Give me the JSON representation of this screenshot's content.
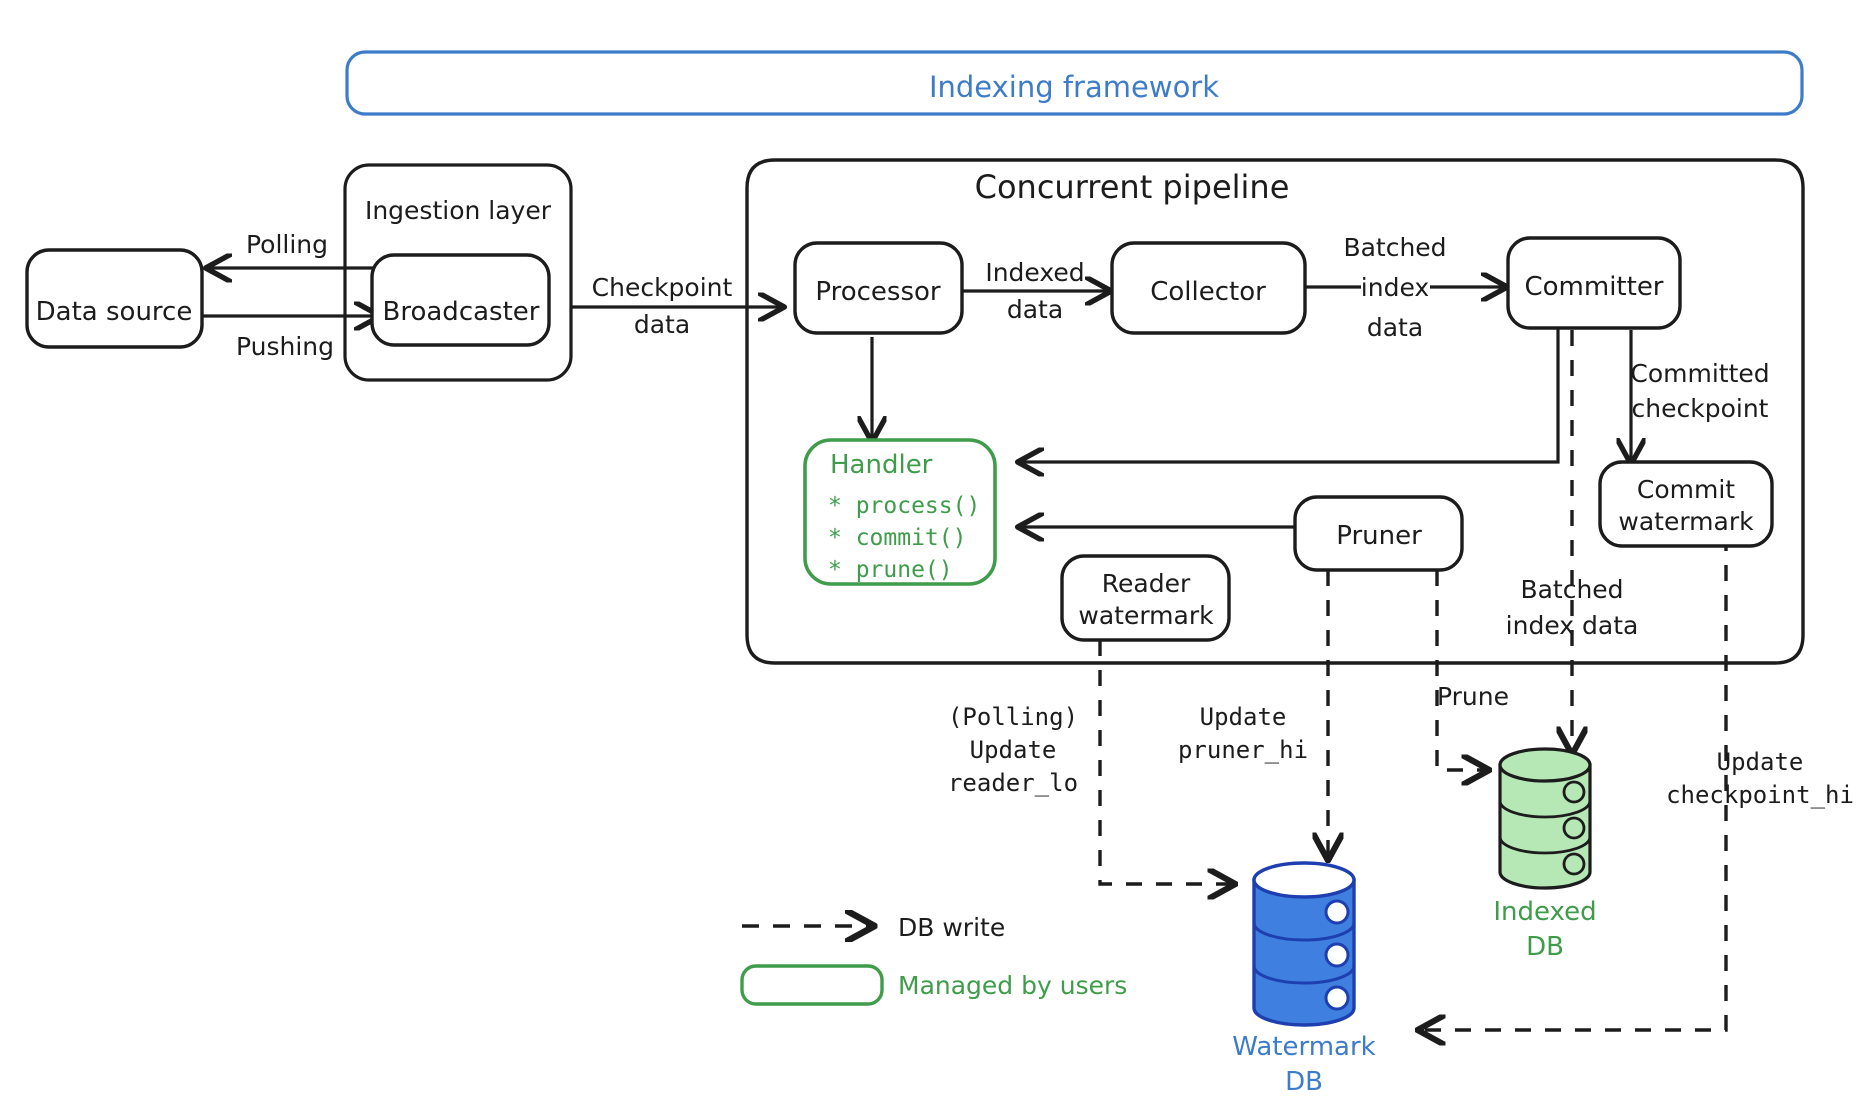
{
  "figure": {
    "title": "Indexing framework",
    "type": "architecture-diagram",
    "colors": {
      "blue": "#3d7cc9",
      "green": "#3f9c4a",
      "green_fill": "#b6e8b6",
      "blue_fill": "#3f7fe0",
      "ink": "#1c1c1c",
      "background": "#ffffff"
    }
  },
  "containers": {
    "framework": {
      "label": "Indexing framework"
    },
    "ingestion": {
      "label": "Ingestion layer"
    },
    "pipeline": {
      "label": "Concurrent pipeline"
    }
  },
  "nodes": {
    "data_source": {
      "label": "Data source"
    },
    "broadcaster": {
      "label": "Broadcaster"
    },
    "processor": {
      "label": "Processor"
    },
    "collector": {
      "label": "Collector"
    },
    "committer": {
      "label": "Committer"
    },
    "commit_watermark": {
      "line1": "Commit",
      "line2": "watermark"
    },
    "reader_watermark": {
      "line1": "Reader",
      "line2": "watermark"
    },
    "pruner": {
      "label": "Pruner"
    },
    "handler": {
      "title": "Handler",
      "methods": [
        "* process()",
        "* commit()",
        "* prune()"
      ]
    }
  },
  "databases": {
    "watermark_db": {
      "line1": "Watermark",
      "line2": "DB",
      "color": "#3f7fe0"
    },
    "indexed_db": {
      "line1": "Indexed",
      "line2": "DB",
      "color": "#3f9c4a"
    }
  },
  "edge_labels": {
    "polling": "Polling",
    "pushing": "Pushing",
    "checkpoint_data": {
      "line1": "Checkpoint",
      "line2": "data"
    },
    "indexed_data": {
      "line1": "Indexed",
      "line2": "data"
    },
    "batched_index_data": {
      "line1": "Batched",
      "line2": "index",
      "line3": "data"
    },
    "committed_checkpoint": {
      "line1": "Committed",
      "line2": "checkpoint"
    },
    "batched_index_data_db": {
      "line1": "Batched",
      "line2": "index data"
    },
    "prune": "Prune",
    "polling_update_reader_lo": {
      "line1": "(Polling)",
      "line2": "Update",
      "line3": "reader_lo"
    },
    "update_pruner_hi": {
      "line1": "Update",
      "line2": "pruner_hi"
    },
    "update_checkpoint_hi": {
      "line1": "Update",
      "line2": "checkpoint_hi"
    }
  },
  "legend": {
    "items": [
      {
        "key": "db-write",
        "label": "DB write",
        "style": "dashed-arrow",
        "color": "#1c1c1c"
      },
      {
        "key": "managed-by-users",
        "label": "Managed by users",
        "style": "green-rounded-box",
        "color": "#3f9c4a"
      }
    ]
  }
}
